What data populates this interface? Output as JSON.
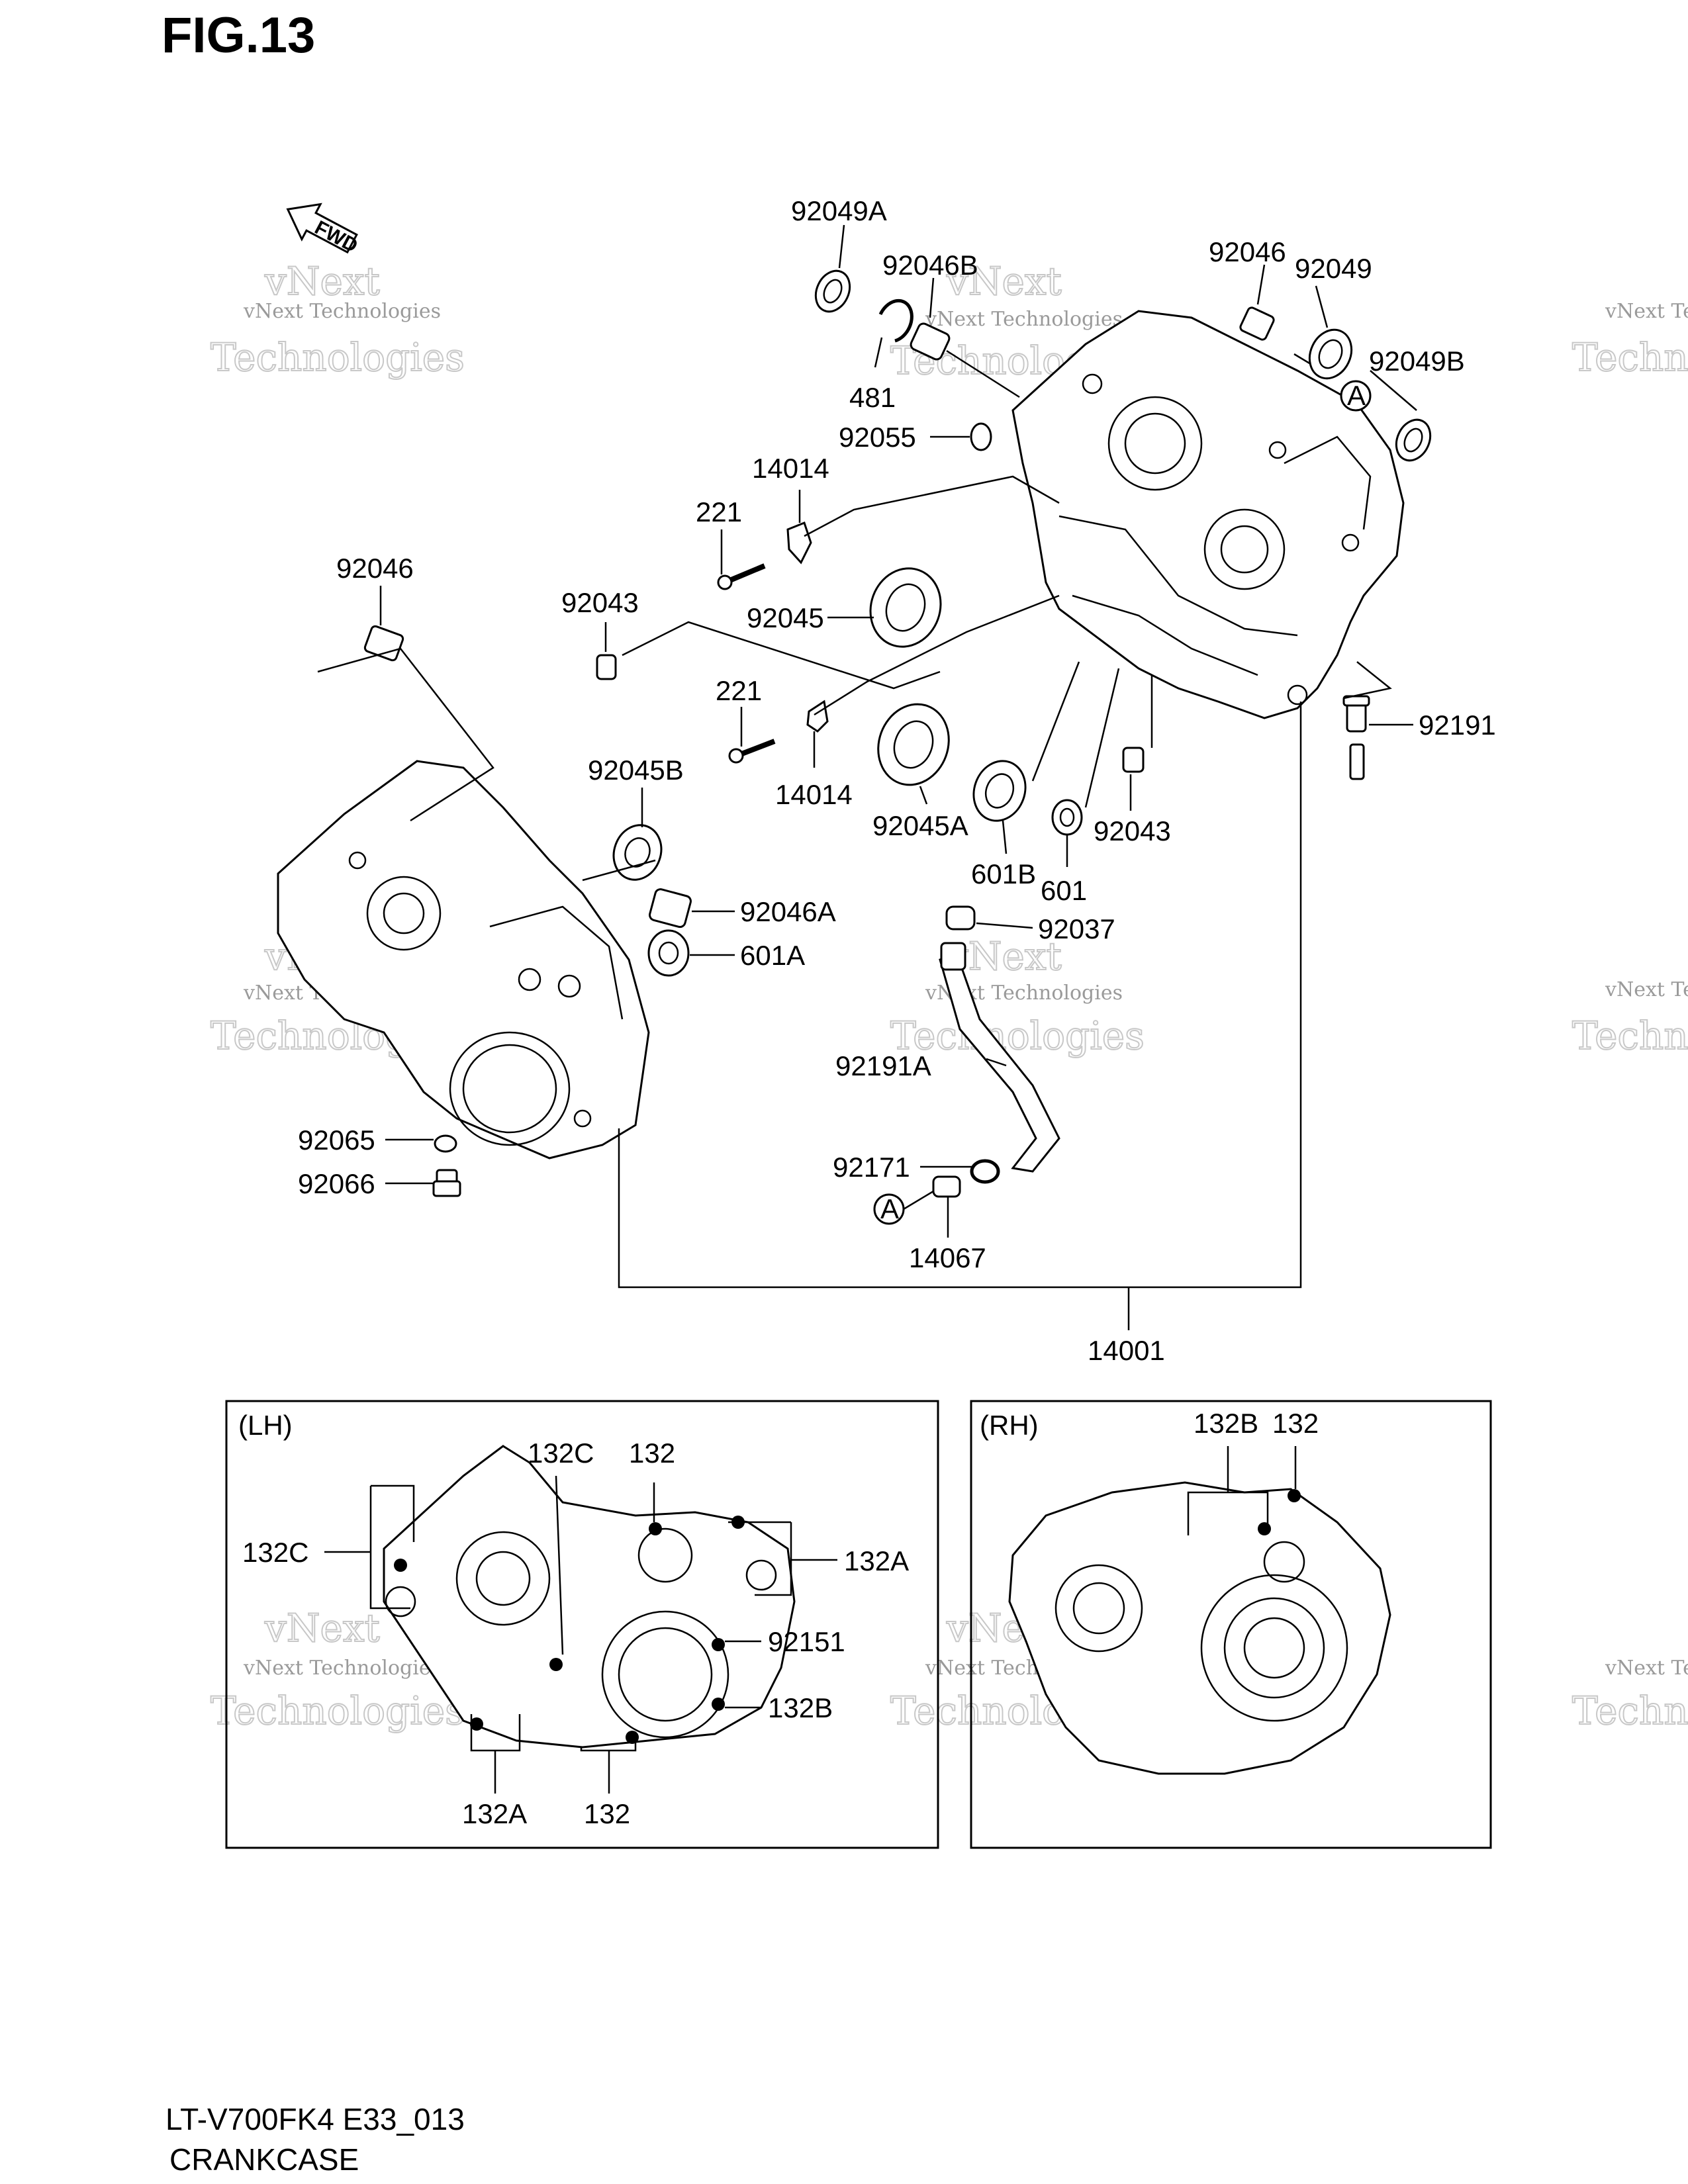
{
  "figure": {
    "title": "FIG.13",
    "model_code": "LT-V700FK4 E33_013",
    "section": "CRANKCASE"
  },
  "direction_arrow": {
    "label": "FWD"
  },
  "watermark": {
    "line1": "vNext Technologies",
    "line2": "vNext",
    "line3": "Technologies"
  },
  "callouts": {
    "p92049A": "92049A",
    "p92046B": "92046B",
    "p481": "481",
    "p92046_top": "92046",
    "p92049": "92049",
    "p92049B": "92049B",
    "p92055": "92055",
    "p14014_top": "14014",
    "p221_top": "221",
    "p92046_left": "92046",
    "p92043_top": "92043",
    "p92045": "92045",
    "p221_bot": "221",
    "p14014_bot": "14014",
    "p92045B": "92045B",
    "p92045A": "92045A",
    "p601B": "601B",
    "p601": "601",
    "p92043_right": "92043",
    "p92191": "92191",
    "p92046A": "92046A",
    "p601A": "601A",
    "p92037": "92037",
    "p92191A": "92191A",
    "p92065": "92065",
    "p92066": "92066",
    "p92171": "92171",
    "p14067": "14067",
    "p14001": "14001",
    "ref_A_top": "A",
    "ref_A_bot": "A"
  },
  "inset_lh": {
    "heading": "(LH)",
    "c132C_top": "132C",
    "c132_top": "132",
    "c132C_left": "132C",
    "c132A_right": "132A",
    "c92151": "92151",
    "c132B": "132B",
    "c132A_bot": "132A",
    "c132_bot": "132"
  },
  "inset_rh": {
    "heading": "(RH)",
    "c132B": "132B",
    "c132": "132"
  }
}
